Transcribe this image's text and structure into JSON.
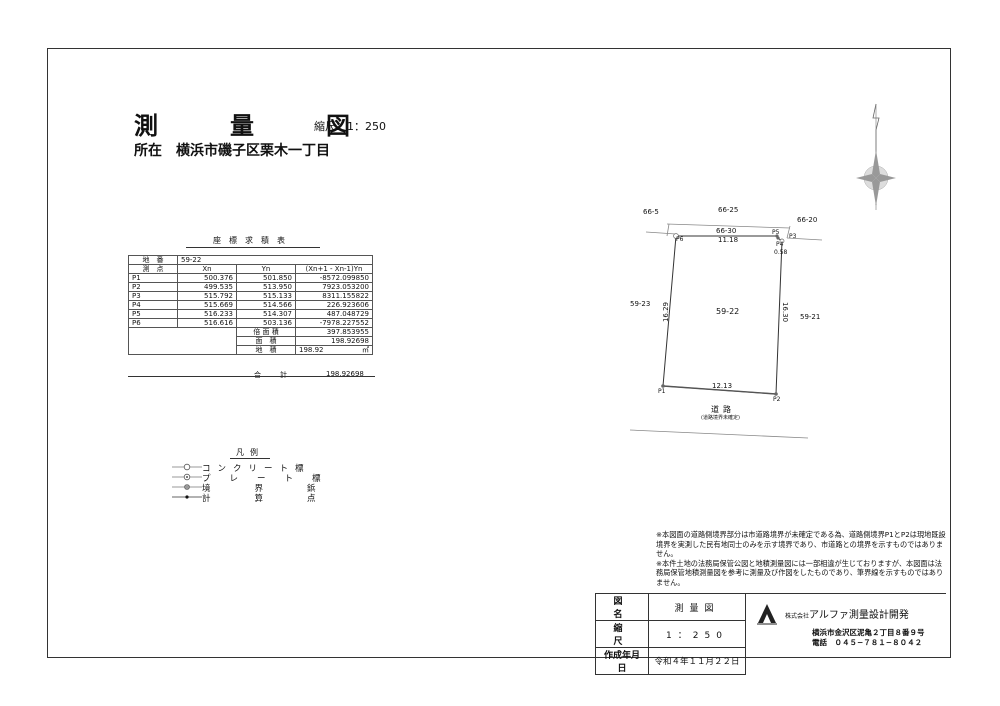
{
  "title": "測　量　図",
  "scale": "縮尺　1：250",
  "location": {
    "label": "所在",
    "value": "横浜市磯子区栗木一丁目"
  },
  "coord_table": {
    "title": "座標求積表",
    "header1": {
      "label": "地　番",
      "value": "59-22"
    },
    "header2": [
      "測　点",
      "Xn",
      "Yn",
      "(Xn+1 - Xn-1)Yn"
    ],
    "rows": [
      [
        "P1",
        "500.376",
        "501.850",
        "-8572.099850"
      ],
      [
        "P2",
        "499.535",
        "513.950",
        "7923.053200"
      ],
      [
        "P3",
        "515.792",
        "515.133",
        "8311.155822"
      ],
      [
        "P4",
        "515.669",
        "514.566",
        "226.923606"
      ],
      [
        "P5",
        "516.233",
        "514.307",
        "487.048729"
      ],
      [
        "P6",
        "516.616",
        "503.136",
        "-7978.227552"
      ]
    ],
    "double_area": {
      "label": "倍 面 積",
      "value": "397.853955"
    },
    "area": {
      "label": "面　積",
      "value": "198.92698"
    },
    "land_area": {
      "label": "地　積",
      "value": "198.92",
      "unit": "㎡"
    },
    "total": {
      "label": "合　計",
      "value": "198.92698"
    }
  },
  "legend": {
    "title": "凡例",
    "items": [
      "コンクリート標",
      "プレート標",
      "境界鋲",
      "計算点"
    ]
  },
  "map": {
    "lot": "59-22",
    "neighbors": [
      "66-5",
      "66-25",
      "66-20",
      "59-23",
      "59-21",
      "66-30"
    ],
    "points": [
      "P1",
      "P2",
      "P3",
      "P4",
      "P5",
      "P6"
    ],
    "dimensions": [
      "11.18",
      "12.13",
      "16.29",
      "16.30",
      "0.58"
    ],
    "road": "道路",
    "road_note": "(道路境界未確定)"
  },
  "notes": [
    "※本図面の道路側境界部分は市道路境界が未確定である為、道路側境界P1とP2は現地既設境界を実測した民有地同士のみを示す境界であり、市道路との境界を示すものではありません。",
    "※本件土地の法務局保管公図と地積測量図には一部相違が生じておりますが、本図面は法務局保管地積測量図を参考に測量及び作図をしたものであり、筆界線を示すものではありません。"
  ],
  "title_block": {
    "drawing_name_label": "図　名",
    "drawing_name": "測量図",
    "scale_label": "縮　尺",
    "scale_value": "1：250",
    "date_label": "作成年月日",
    "date_value": "令和４年１１月２２日"
  },
  "company": {
    "prefix": "株式会社",
    "name": "アルファ測量設計開発",
    "address": "横浜市金沢区泥亀２丁目８番９号",
    "phone": "電話　０４５−７８１−８０４２"
  }
}
